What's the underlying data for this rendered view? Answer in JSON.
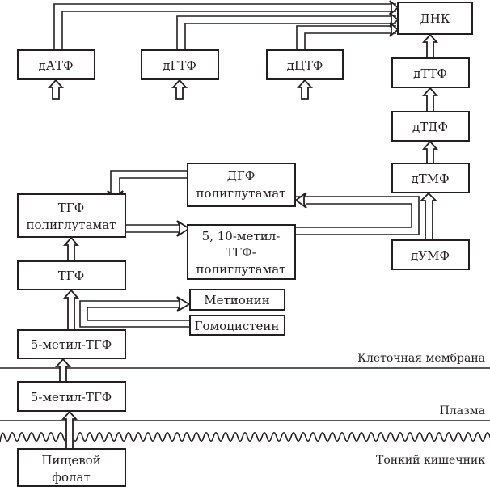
{
  "diagram": {
    "nodes": {
      "dna": "ДНК",
      "datp": "дАТФ",
      "dgtp": "дГТФ",
      "dctp": "дЦТФ",
      "dttp": "дТТФ",
      "dtdp": "дТДФ",
      "dtmp": "дТМФ",
      "dump": "дУМФ",
      "dhf_poly": [
        "ДГФ",
        "полиглутамат"
      ],
      "thf_poly": [
        "ТГФ",
        "полиглутамат"
      ],
      "methylene_thf_poly": [
        "5, 10-метил-",
        "ТГФ-",
        "полиглутамат"
      ],
      "thf": "ТГФ",
      "methionine": "Метионин",
      "homocysteine": "Гомоцистеин",
      "methyl_thf_cell": "5-метил-ТГФ",
      "methyl_thf_plasma": "5-метил-ТГФ",
      "dietary_folate": [
        "Пищевой",
        "фолат"
      ]
    },
    "zones": {
      "cell_membrane": "Клеточная мембрана",
      "plasma": "Плазма",
      "small_intestine": "Тонкий кишечник"
    },
    "edges": [
      {
        "from": "дАТФ",
        "to": "ДНК"
      },
      {
        "from": "дГТФ",
        "to": "ДНК"
      },
      {
        "from": "дЦТФ",
        "to": "ДНК"
      },
      {
        "from": "дТТФ",
        "to": "ДНК"
      },
      {
        "from": "дТДФ",
        "to": "дТТФ"
      },
      {
        "from": "дТМФ",
        "to": "дТДФ"
      },
      {
        "from": "дУМФ",
        "to": "дТМФ"
      },
      {
        "from": "5, 10-метил-ТГФ-полиглутамат",
        "to": "ДГФ полиглутамат"
      },
      {
        "from": "ДГФ полиглутамат",
        "to": "ТГФ полиглутамат"
      },
      {
        "from": "ТГФ полиглутамат",
        "to": "5, 10-метил-ТГФ-полиглутамат"
      },
      {
        "from": "ТГФ",
        "to": "ТГФ полиглутамат"
      },
      {
        "from": "5-метил-ТГФ",
        "to": "ТГФ"
      },
      {
        "from": "Гомоцистеин",
        "to": "Метионин"
      },
      {
        "from": "5-метил-ТГФ (плазма)",
        "to": "5-метил-ТГФ"
      },
      {
        "from": "Пищевой фолат",
        "to": "5-метил-ТГФ (плазма)"
      }
    ]
  }
}
